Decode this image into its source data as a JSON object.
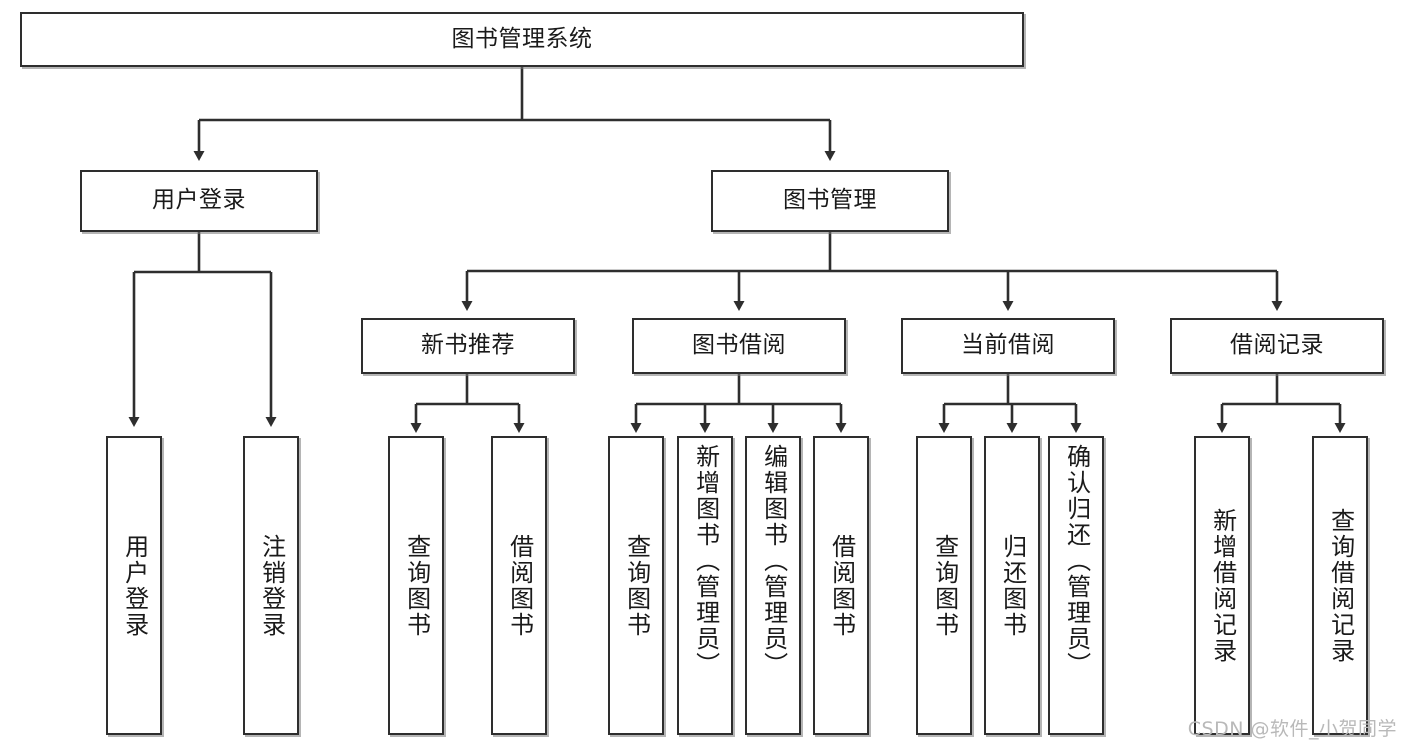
{
  "diagram": {
    "title": "图书管理系统",
    "watermark": "CSDN @软件_小贺同学",
    "accent_color": "#2e2e2e",
    "background_color": "#ffffff",
    "root": {
      "label": "图书管理系统"
    },
    "level2": [
      {
        "label": "用户登录"
      },
      {
        "label": "图书管理"
      }
    ],
    "level3": [
      {
        "label": "新书推荐"
      },
      {
        "label": "图书借阅"
      },
      {
        "label": "当前借阅"
      },
      {
        "label": "借阅记录"
      }
    ],
    "leaves": {
      "user_login": [
        {
          "label": "用户登录"
        },
        {
          "label": "注销登录"
        }
      ],
      "new_book": [
        {
          "label": "查询图书"
        },
        {
          "label": "借阅图书"
        }
      ],
      "book_borrow": [
        {
          "label": "查询图书"
        },
        {
          "label": "新增图书（管理员）"
        },
        {
          "label": "编辑图书（管理员）"
        },
        {
          "label": "借阅图书"
        }
      ],
      "current_borrow": [
        {
          "label": "查询图书"
        },
        {
          "label": "归还图书"
        },
        {
          "label": "确认归还（管理员）"
        }
      ],
      "borrow_record": [
        {
          "label": "新增借阅记录"
        },
        {
          "label": "查询借阅记录"
        }
      ]
    }
  }
}
